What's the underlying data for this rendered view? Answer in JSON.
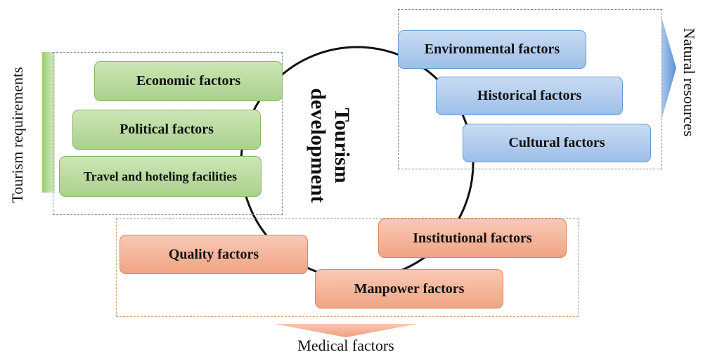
{
  "center": {
    "line1": "Tourism",
    "line2": "development"
  },
  "groups": {
    "tourism_requirements": {
      "label": "Tourism requirements",
      "items": [
        "Economic factors",
        "Political factors",
        "Travel and hoteling facilities"
      ]
    },
    "natural_resources": {
      "label": "Natural resources",
      "items": [
        "Environmental factors",
        "Historical factors",
        "Cultural factors"
      ]
    },
    "medical_factors": {
      "label": "Medical factors",
      "items": [
        "Institutional factors",
        "Quality factors",
        "Manpower factors"
      ]
    }
  },
  "colors": {
    "green": "#a9d08e",
    "blue": "#9dbfe8",
    "orange": "#f0a484",
    "circle": "#111111"
  }
}
